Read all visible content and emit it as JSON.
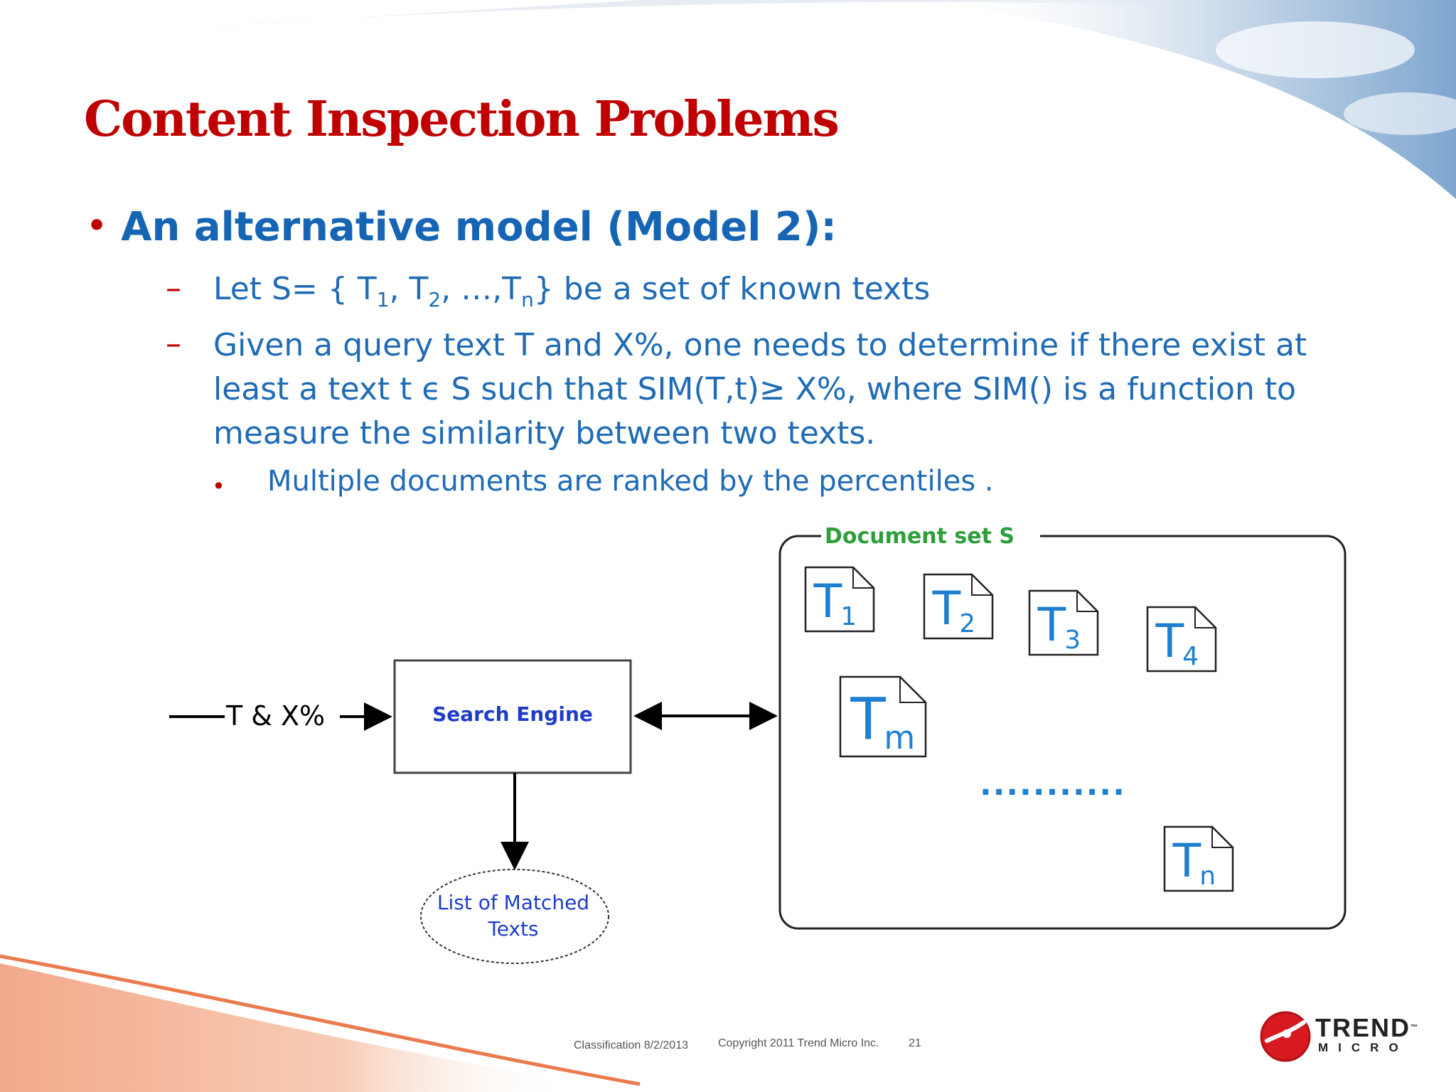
{
  "slide": {
    "title": "Content Inspection Problems",
    "bullet_main": "An alternative model (Model 2):",
    "sub1": {
      "pre": "Let S= { T",
      "s1": "1",
      "mid1": ", T",
      "s2": "2",
      "mid2": ", …,T",
      "sn": "n",
      "post": "} be  a set of known texts"
    },
    "sub2_lines": [
      "Given a query text T and X%,  one needs to determine if there exist at",
      "least a text t ϵ S such that  SIM(T,t)≥ X%, where SIM() is a function to",
      "measure the similarity between two texts."
    ],
    "sub3": "Multiple documents are ranked by the percentiles ."
  },
  "diagram": {
    "input_label": "T & X%",
    "engine_label": "Search Engine",
    "output_label_line1": "List of Matched",
    "output_label_line2": "Texts",
    "docset_label": "Document set S",
    "ellipsis": "...........",
    "docs": [
      {
        "main": "T",
        "sub": "1"
      },
      {
        "main": "T",
        "sub": "2"
      },
      {
        "main": "T",
        "sub": "3"
      },
      {
        "main": "T",
        "sub": "4"
      },
      {
        "main": "T",
        "sub": "m"
      },
      {
        "main": "T",
        "sub": "n"
      }
    ]
  },
  "footer": {
    "classification": "Classification 8/2/2013",
    "copyright": "Copyright 2011   Trend Micro Inc.",
    "page_number": "21"
  },
  "logo": {
    "line1": "TREND",
    "line2": "MICRO",
    "tm": "™"
  },
  "colors": {
    "title": "#c00000",
    "body_text": "#1f6bb5",
    "diagram_blue": "#1f3cc7",
    "doc_label": "#1e7fd0",
    "docset_label": "#2e9e3b"
  }
}
